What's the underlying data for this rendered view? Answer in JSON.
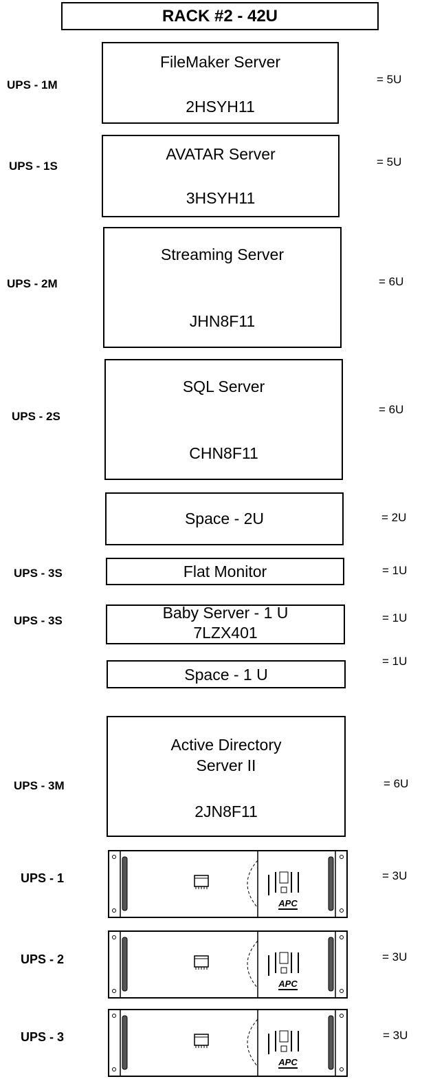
{
  "title": "RACK #2 - 42U",
  "units": [
    {
      "name": "FileMaker Server",
      "serial": "2HSYH11",
      "ups": "UPS - 1M",
      "size": "= 5U"
    },
    {
      "name": "AVATAR Server",
      "serial": "3HSYH11",
      "ups": "UPS - 1S",
      "size": "= 5U"
    },
    {
      "name": "Streaming Server",
      "serial": "JHN8F11",
      "ups": "UPS - 2M",
      "size": "= 6U"
    },
    {
      "name": "SQL Server",
      "serial": "CHN8F11",
      "ups": "UPS - 2S",
      "size": "= 6U"
    },
    {
      "name": "Space - 2U",
      "size": "= 2U"
    },
    {
      "name": "Flat Monitor",
      "ups": "UPS - 3S",
      "size": "= 1U"
    },
    {
      "name": "Baby Server - 1 U",
      "serial": "7LZX401",
      "ups": "UPS - 3S",
      "size": "= 1U"
    },
    {
      "name": "Space - 1 U",
      "size": "= 1U"
    },
    {
      "name_line1": "Active Directory",
      "name_line2": "Server II",
      "serial": "2JN8F11",
      "ups": "UPS - 3M",
      "size": "= 6U"
    }
  ],
  "ups_units": [
    {
      "label": "UPS - 1",
      "size": "= 3U",
      "brand": "APC"
    },
    {
      "label": "UPS - 2",
      "size": "= 3U",
      "brand": "APC"
    },
    {
      "label": "UPS - 3",
      "size": "= 3U",
      "brand": "APC"
    }
  ]
}
